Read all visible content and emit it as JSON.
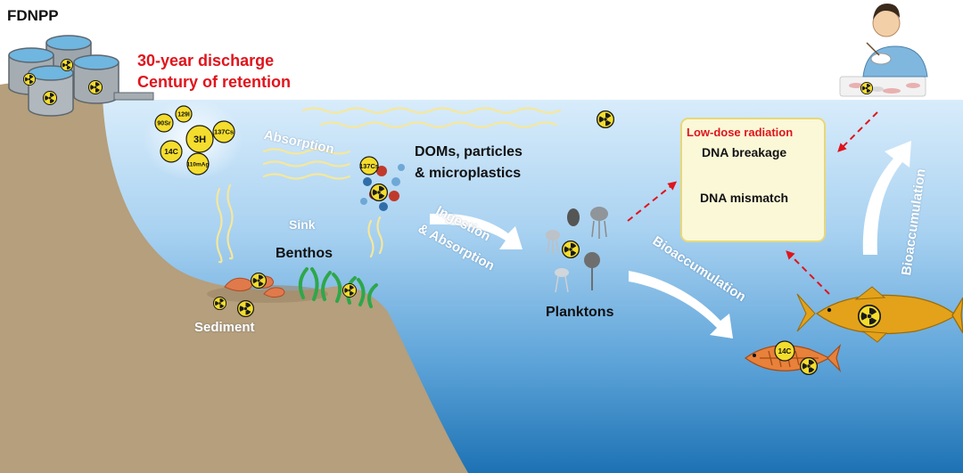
{
  "source_label": "FDNPP",
  "discharge": {
    "line1": "30-year discharge",
    "line2": "Century of retention"
  },
  "isotopes": [
    "90Sr",
    "129I",
    "3H",
    "137Cs",
    "14C",
    "110mAg"
  ],
  "cs_tag": "137Cs",
  "c14_tag": "14C",
  "process_labels": {
    "absorption": "Absorption",
    "sink": "Sink",
    "ingestion_1": "Ingestion",
    "ingestion_2": "& Absorption",
    "bioaccumulation_sea": "Bioaccumulation",
    "bioaccumulation_up": "Bioaccumulation"
  },
  "compartments": {
    "doms_1": "DOMs, particles",
    "doms_2": "& microplastics",
    "benthos": "Benthos",
    "sediment": "Sediment",
    "planktons": "Planktons"
  },
  "effects": {
    "title": "Low-dose radiation",
    "item1": "DNA breakage",
    "item2": "DNA mismatch"
  },
  "colors": {
    "sea_top": "#d8ecfb",
    "sea_bottom": "#1d72b4",
    "land": "#b59f7c",
    "accent_red": "#e0141c",
    "radiation_yellow": "#f4dd2c"
  },
  "icons": [
    "storage-tank-icon",
    "radiation-symbol-icon",
    "shrimp-icon",
    "seaweed-icon",
    "plankton-icon",
    "fish-icon",
    "tuna-icon",
    "person-eating-icon",
    "dna-icon"
  ]
}
